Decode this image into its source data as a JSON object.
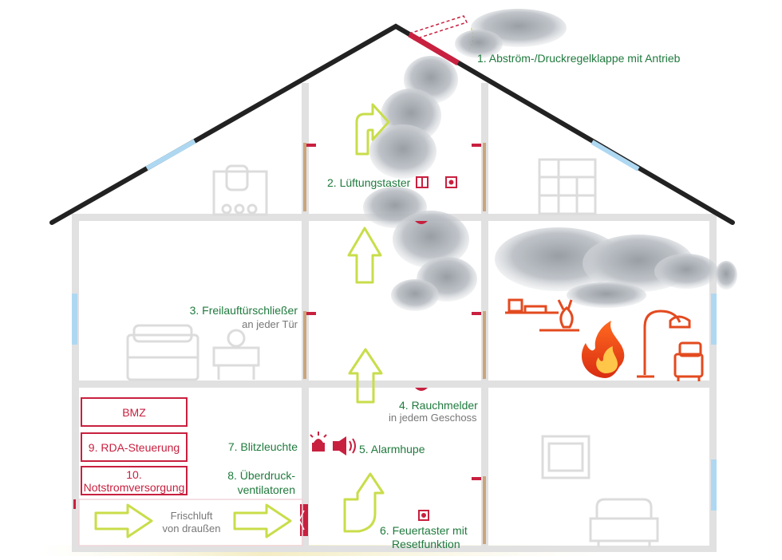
{
  "colors": {
    "label_green": "#1f7a3d",
    "accent_red": "#c8203f",
    "roof": "#222222",
    "wall": "#d9d9d9",
    "window": "#aed8f2",
    "door": "#c8a27a",
    "arrow": "#c9dd4a",
    "smoke": "#b7bcc2",
    "fire": "#e34a1f",
    "furniture_grey": "#dcdcdc"
  },
  "labels": {
    "item1": "1. Abström-/Druckregelklappe mit Antrieb",
    "item2": "2. Lüftungstaster",
    "item3": "3. Freilauftürschließer",
    "item3_sub": "an jeder Tür",
    "item4": "4. Rauchmelder",
    "item4_sub": "in jedem Geschoss",
    "item5": "5. Alarmhupe",
    "item6_line1": "6. Feuertaster mit",
    "item6_line2": "Resetfunktion",
    "item7": "7. Blitzleuchte",
    "item8_line1": "8. Überdruck-",
    "item8_line2": "ventilatoren",
    "fresh_air_line1": "Frischluft",
    "fresh_air_line2": "von draußen"
  },
  "boxes": {
    "bmz": "BMZ",
    "rda": "9. RDA-Steuerung",
    "power_line1": "10.",
    "power_line2": "Notstromversorgung"
  },
  "icons": {
    "roof_flap": "pressure-flap-icon",
    "vent_button": "ventilation-button-icon",
    "smoke_detector": "smoke-detector-icon",
    "strobe": "strobe-light-icon",
    "horn": "alarm-horn-icon",
    "fire_button": "fire-alarm-button-icon",
    "fire": "fire-icon",
    "fan": "overpressure-fan-icon"
  }
}
